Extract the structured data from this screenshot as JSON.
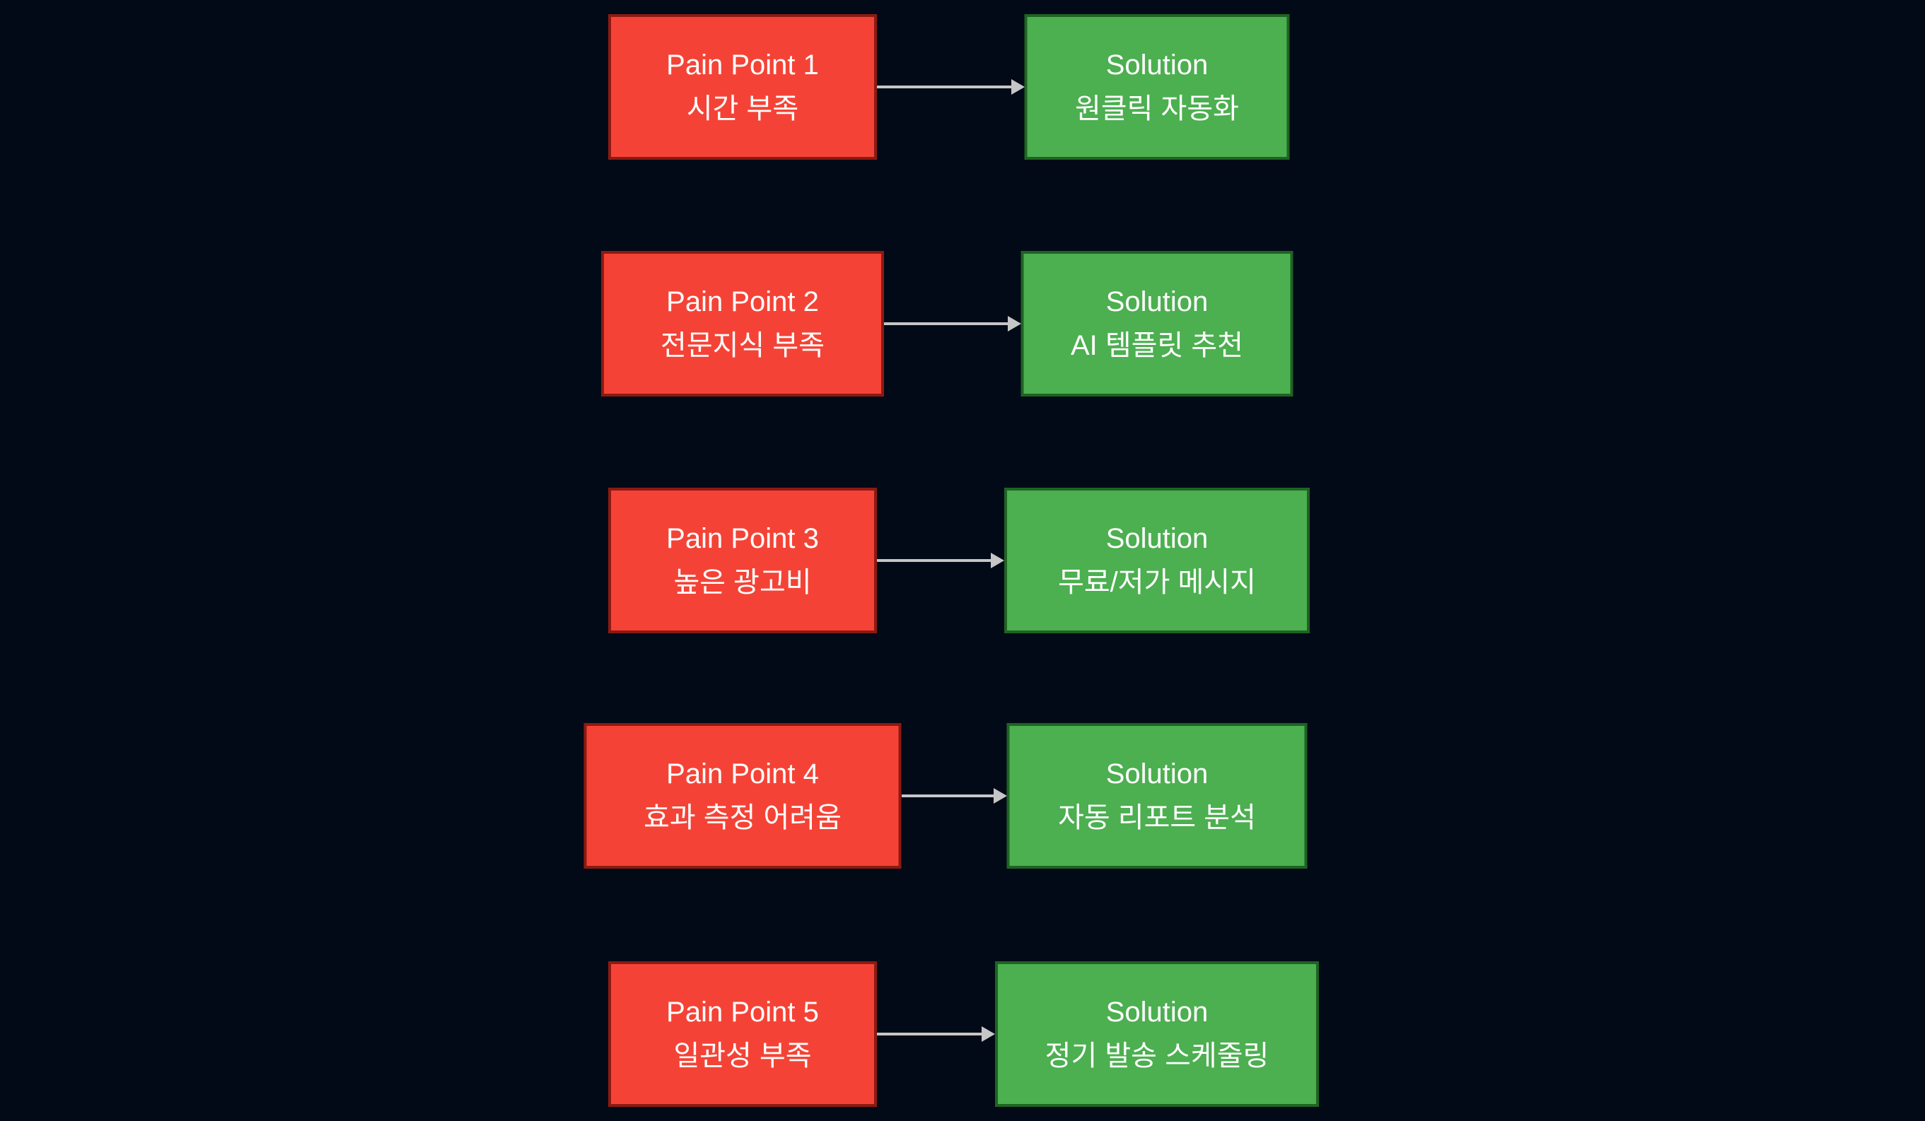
{
  "diagram": {
    "rows": [
      {
        "pain": {
          "title": "Pain Point 1",
          "detail": "시간 부족"
        },
        "solution": {
          "title": "Solution",
          "detail": "원클릭 자동화"
        }
      },
      {
        "pain": {
          "title": "Pain Point 2",
          "detail": "전문지식 부족"
        },
        "solution": {
          "title": "Solution",
          "detail": "AI 템플릿 추천"
        }
      },
      {
        "pain": {
          "title": "Pain Point 3",
          "detail": "높은 광고비"
        },
        "solution": {
          "title": "Solution",
          "detail": "무료/저가 메시지"
        }
      },
      {
        "pain": {
          "title": "Pain Point 4",
          "detail": "효과 측정 어려움"
        },
        "solution": {
          "title": "Solution",
          "detail": "자동 리포트 분석"
        }
      },
      {
        "pain": {
          "title": "Pain Point 5",
          "detail": "일관성 부족"
        },
        "solution": {
          "title": "Solution",
          "detail": "정기 발송 스케줄링"
        }
      }
    ],
    "colors": {
      "background": "#030a17",
      "pain_fill": "#f44336",
      "pain_border": "#8b1a12",
      "solution_fill": "#4caf50",
      "solution_border": "#1e6323",
      "arrow": "#c6c6c6",
      "text": "#ffffff"
    }
  }
}
